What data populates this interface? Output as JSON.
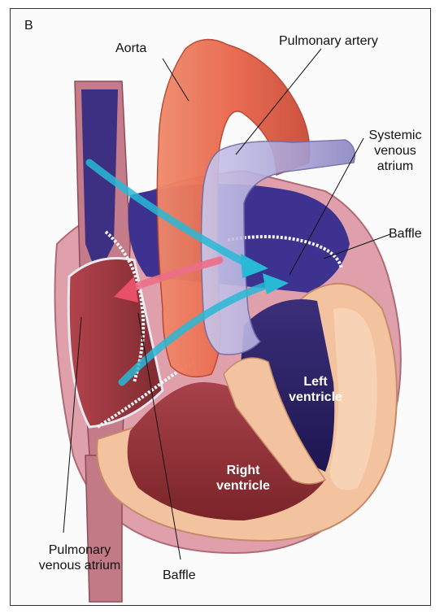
{
  "panel_label": "B",
  "labels": {
    "aorta": "Aorta",
    "pulmonary_artery": "Pulmonary artery",
    "systemic_venous_atrium_1": "Systemic",
    "systemic_venous_atrium_2": "venous",
    "systemic_venous_atrium_3": "atrium",
    "baffle_right": "Baffle",
    "left_ventricle_1": "Left",
    "left_ventricle_2": "ventricle",
    "right_ventricle_1": "Right",
    "right_ventricle_2": "ventricle",
    "pulmonary_venous_atrium_1": "Pulmonary",
    "pulmonary_venous_atrium_2": "venous atrium",
    "baffle_bottom": "Baffle"
  },
  "colors": {
    "aorta": "#e8654a",
    "pulmonary_artery": "#a9a4d6",
    "left_ventricle_cavity": "#2b2366",
    "right_ventricle_cavity": "#8e2f33",
    "myocardium": "#f3c29e",
    "pericardium": "#d98a95",
    "flow_arrow_blue": "#28b9d6",
    "flow_arrow_red": "#e8506a"
  }
}
